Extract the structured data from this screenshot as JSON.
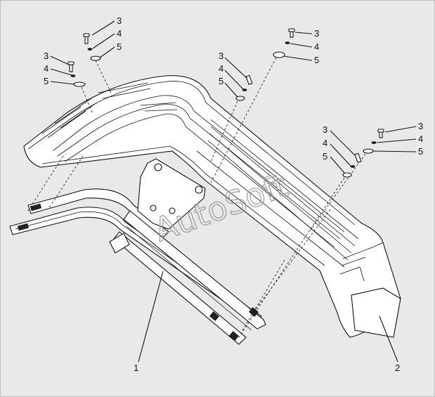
{
  "watermark": "AutoSoft",
  "callouts": {
    "bracket": "1",
    "fender": "2",
    "group_top_center": {
      "bolt": "3",
      "washer_spring": "4",
      "washer_flat": "5"
    },
    "group_top_left": {
      "bolt": "3",
      "washer_spring": "4",
      "washer_flat": "5"
    },
    "group_top_right": {
      "bolt": "3",
      "washer_spring": "4",
      "washer_flat": "5"
    },
    "group_mid_center": {
      "bolt": "3",
      "washer_spring": "4",
      "washer_flat": "5"
    },
    "group_right": {
      "bolt": "3",
      "washer_spring": "4",
      "washer_flat": "5"
    },
    "group_right_inner": {
      "bolt": "3",
      "washer_spring": "4",
      "washer_flat": "5"
    }
  },
  "colors": {
    "background": "#e9e9e9",
    "line": "#111111",
    "watermark": "#9a9a9a"
  }
}
